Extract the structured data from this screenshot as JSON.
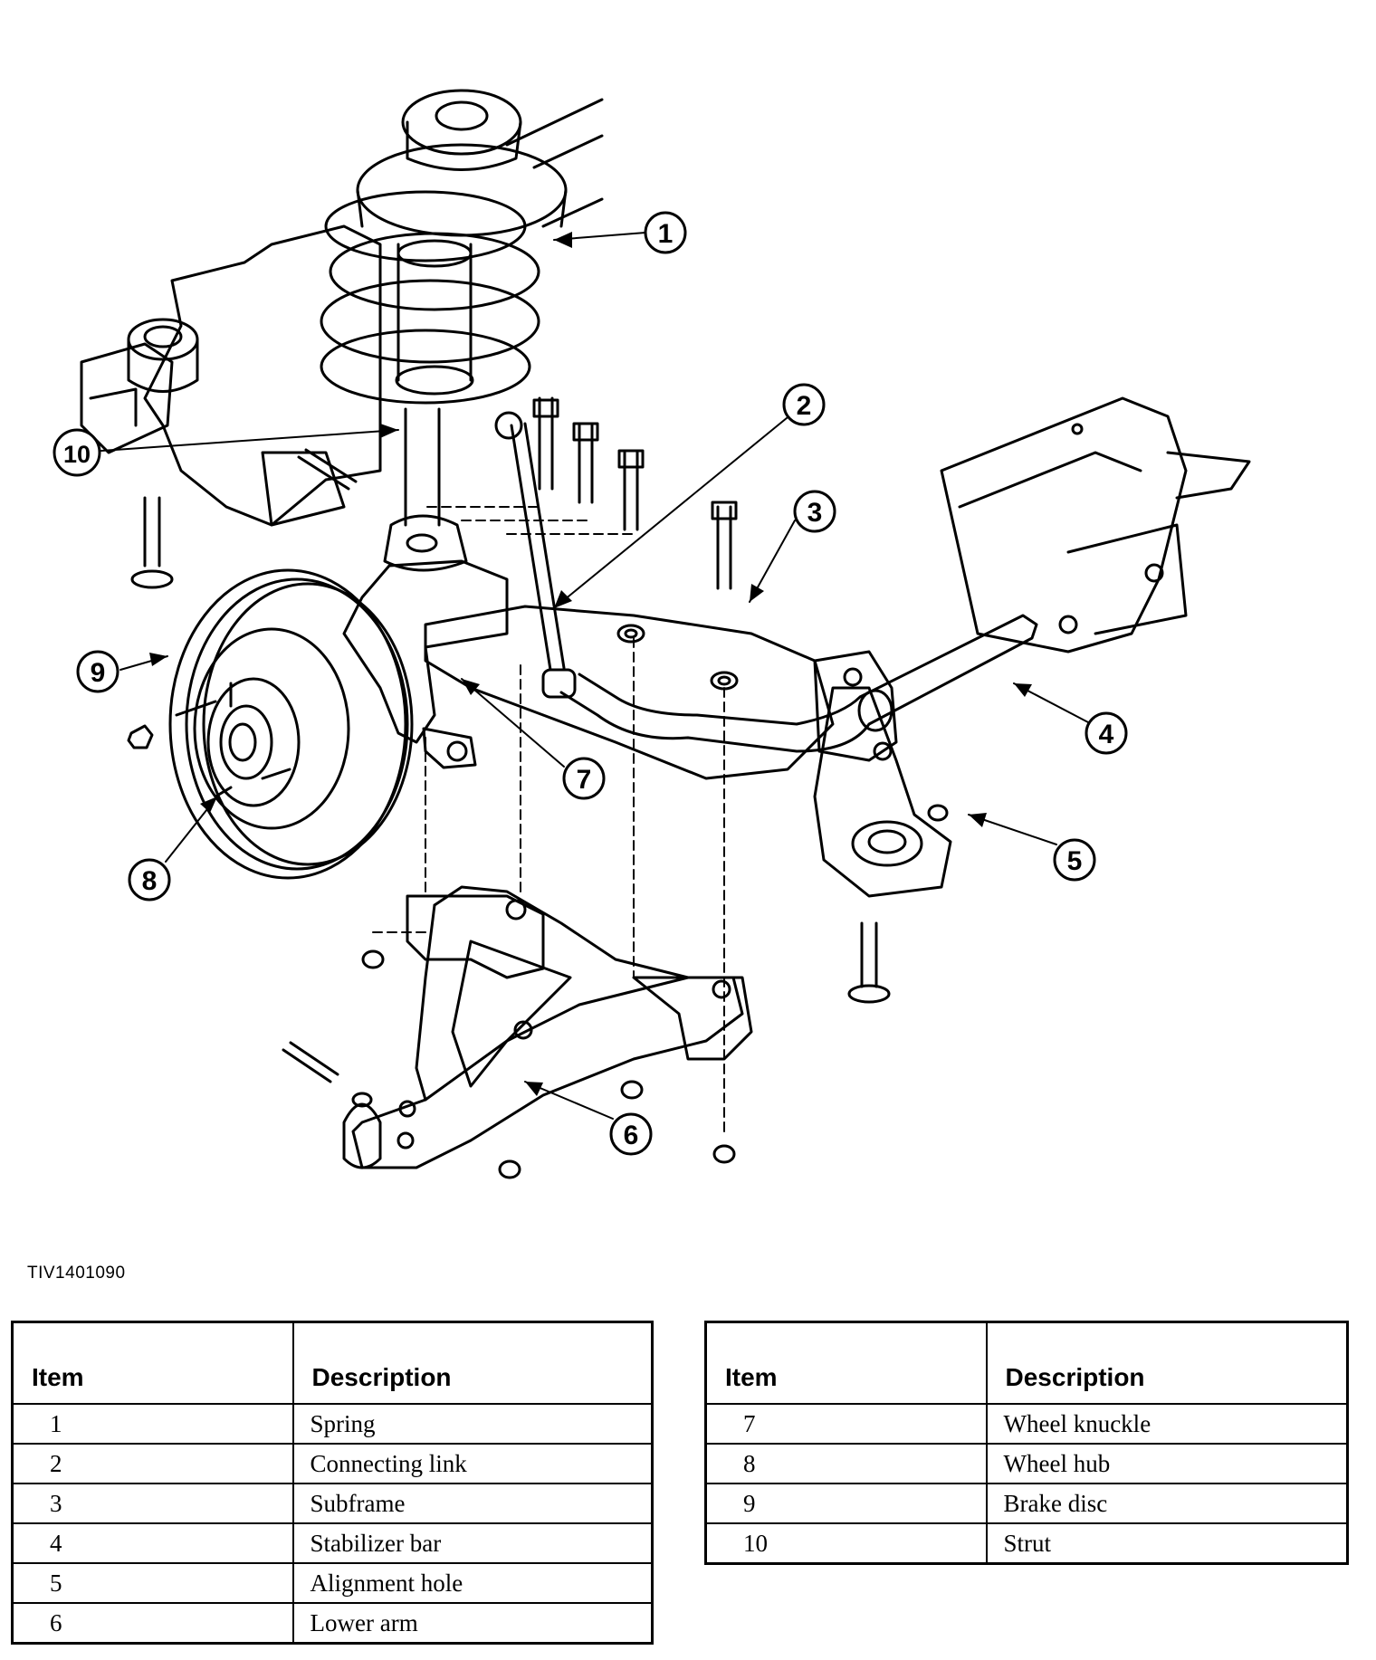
{
  "figure_id": "TIV1401090",
  "callouts": [
    "1",
    "2",
    "3",
    "4",
    "5",
    "6",
    "7",
    "8",
    "9",
    "10"
  ],
  "legend": {
    "header_item": "Item",
    "header_description": "Description",
    "left_rows": [
      {
        "item": "1",
        "description": "Spring"
      },
      {
        "item": "2",
        "description": "Connecting link"
      },
      {
        "item": "3",
        "description": "Subframe"
      },
      {
        "item": "4",
        "description": "Stabilizer bar"
      },
      {
        "item": "5",
        "description": "Alignment hole"
      },
      {
        "item": "6",
        "description": "Lower arm"
      }
    ],
    "right_rows": [
      {
        "item": "7",
        "description": "Wheel knuckle"
      },
      {
        "item": "8",
        "description": "Wheel hub"
      },
      {
        "item": "9",
        "description": "Brake disc"
      },
      {
        "item": "10",
        "description": "Strut"
      }
    ]
  }
}
